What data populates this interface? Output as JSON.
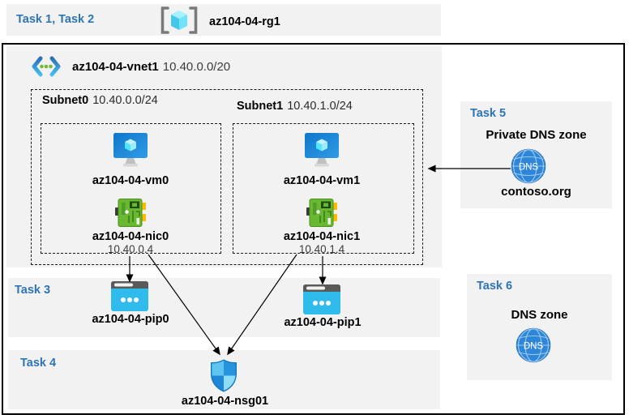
{
  "header": {
    "task_label": "Task 1, Task 2",
    "resource_group": "az104-04-rg1"
  },
  "vnet": {
    "name": "az104-04-vnet1",
    "cidr": "10.40.0.0/20"
  },
  "subnets": [
    {
      "name": "Subnet0",
      "cidr": "10.40.0.0/24",
      "vm": "az104-04-vm0",
      "nic": "az104-04-nic0",
      "ip": "10.40.0.4"
    },
    {
      "name": "Subnet1",
      "cidr": "10.40.1.0/24",
      "vm": "az104-04-vm1",
      "nic": "az104-04-nic1",
      "ip": "10.40.1.4"
    }
  ],
  "task3": {
    "label": "Task 3",
    "pip0": "az104-04-pip0",
    "pip1": "az104-04-pip1"
  },
  "task4": {
    "label": "Task 4",
    "nsg": "az104-04-nsg01"
  },
  "task5": {
    "label": "Task 5",
    "title": "Private DNS zone",
    "zone": "contoso.org",
    "dns_icon_text": "DNS"
  },
  "task6": {
    "label": "Task 6",
    "title": "DNS zone",
    "dns_icon_text": "DNS"
  },
  "colors": {
    "task_label_blue": "#2E74B5",
    "panel_gray": "#F2F2F2",
    "vm_monitor_blue": "#1384DC",
    "cube_cyan": "#50E6FF",
    "nic_green": "#68B832",
    "nic_yellow": "#FFB900",
    "pip_cyan": "#2FBCEC",
    "shield_blue": "#2693DD",
    "dns_globe_blue": "#2E86D8",
    "arrow_black": "#000000"
  }
}
